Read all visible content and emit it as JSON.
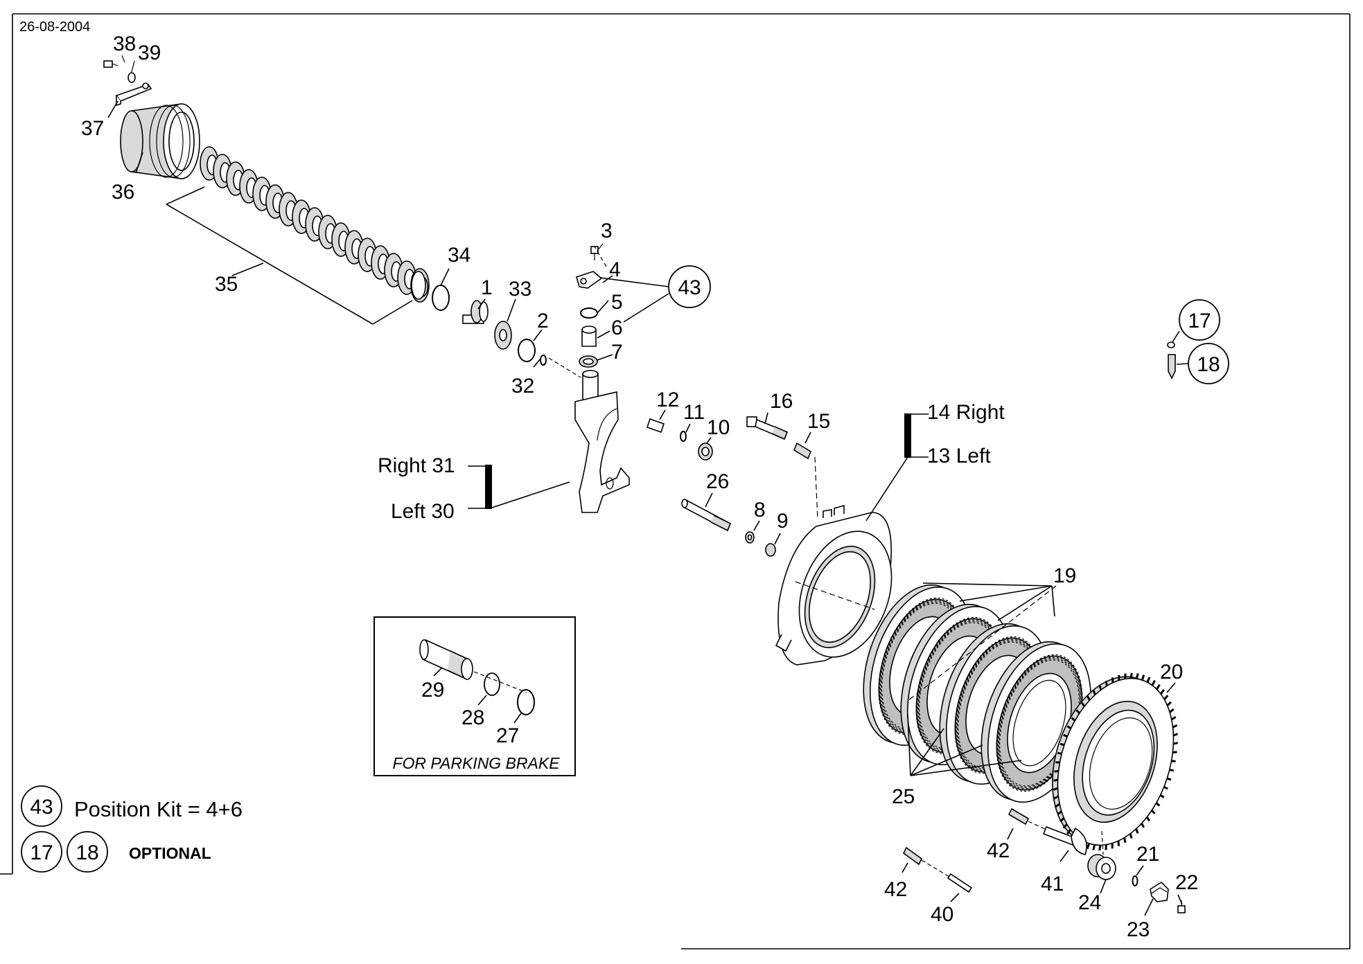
{
  "header": {
    "date": "26-08-2004"
  },
  "labels": {
    "p1": "1",
    "p2": "2",
    "p3": "3",
    "p4": "4",
    "p5": "5",
    "p6": "6",
    "p7": "7",
    "p8": "8",
    "p9": "9",
    "p10": "10",
    "p11": "11",
    "p12": "12",
    "p14": "14 Right",
    "p13": "13 Left",
    "p15": "15",
    "p16": "16",
    "p17": "17",
    "p18": "18",
    "p19": "19",
    "p20": "20",
    "p21": "21",
    "p22": "22",
    "p23": "23",
    "p24": "24",
    "p25": "25",
    "p26": "26",
    "p27": "27",
    "p28": "28",
    "p29": "29",
    "p31": "Right 31",
    "p30": "Left 30",
    "p32": "32",
    "p33": "33",
    "p34": "34",
    "p35": "35",
    "p36": "36",
    "p37": "37",
    "p38": "38",
    "p39": "39",
    "p40": "40",
    "p41": "41",
    "p42a": "42",
    "p42b": "42",
    "p43": "43"
  },
  "inset": {
    "caption": "FOR PARKING BRAKE"
  },
  "legend": {
    "kit_number": "43",
    "kit_text": "Position Kit = 4+6",
    "optional_a": "17",
    "optional_b": "18",
    "optional_text": "OPTIONAL"
  }
}
